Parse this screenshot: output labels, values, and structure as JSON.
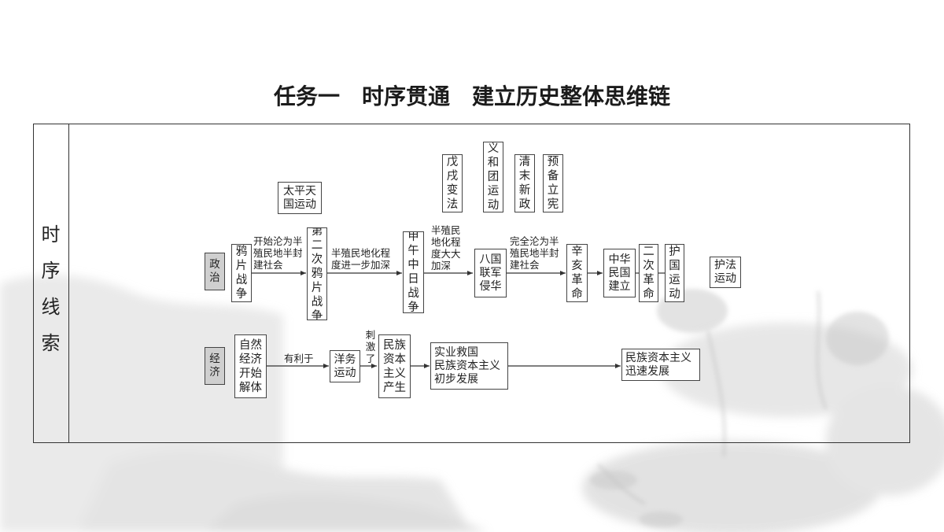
{
  "title": "任务一　时序贯通　建立历史整体思维链",
  "side_label": "时序线索",
  "rows": {
    "politics": "政\n治",
    "economy": "经\n济"
  },
  "politics_nodes": {
    "opium_war": "鸦\n片\n战\n争",
    "taiping": "太平天\n国运动",
    "second_opium_war": "第\n二\n次\n鸦\n片\n战\n争",
    "sino_japanese_war": "甲\n午\n中\n日\n战\n争",
    "wuxu": "戊\n戌\n变\n法",
    "boxer": "义\n和\n团\n运\n动",
    "qing_reform": "清\n末\n新\n政",
    "constitution": "预\n备\n立\n宪",
    "eight_nation": "八国\n联军\n侵华",
    "xinhai": "辛\n亥\n革\n命",
    "roc_founded": "中华\n民国\n建立",
    "second_revolution": "二\n次\n革\n命",
    "national_protection": "护\n国\n运\n动",
    "constitution_protection": "护法\n运动"
  },
  "politics_labels": {
    "semi_colonial_start": "开始沦为半\n殖民地半封\n建社会",
    "deepen_further": "半殖民地化程\n度进一步加深",
    "deepen_greatly": "半殖民\n地化程\n度大大\n加深",
    "fully_semi_colonial": "完全沦为半\n殖民地半封\n建社会"
  },
  "economy_nodes": {
    "natural_economy": "自然\n经济\n开始\n解体",
    "westernization": "洋务\n运动",
    "national_capitalism_born": "民族\n资本\n主义\n产生",
    "industry_salvation": "实业救国\n民族资本主义\n初步发展",
    "rapid_development": "民族资本主义\n迅速发展"
  },
  "economy_labels": {
    "favorable_to": "有利于",
    "stimulated": "刺\n激\n了"
  }
}
